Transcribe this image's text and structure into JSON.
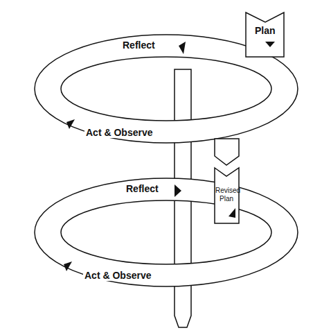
{
  "diagram": {
    "labels": [
      "Reflect",
      "Plan",
      "Act & Observe",
      "Reflect",
      "Revised Plan",
      "Act & Observe"
    ]
  }
}
